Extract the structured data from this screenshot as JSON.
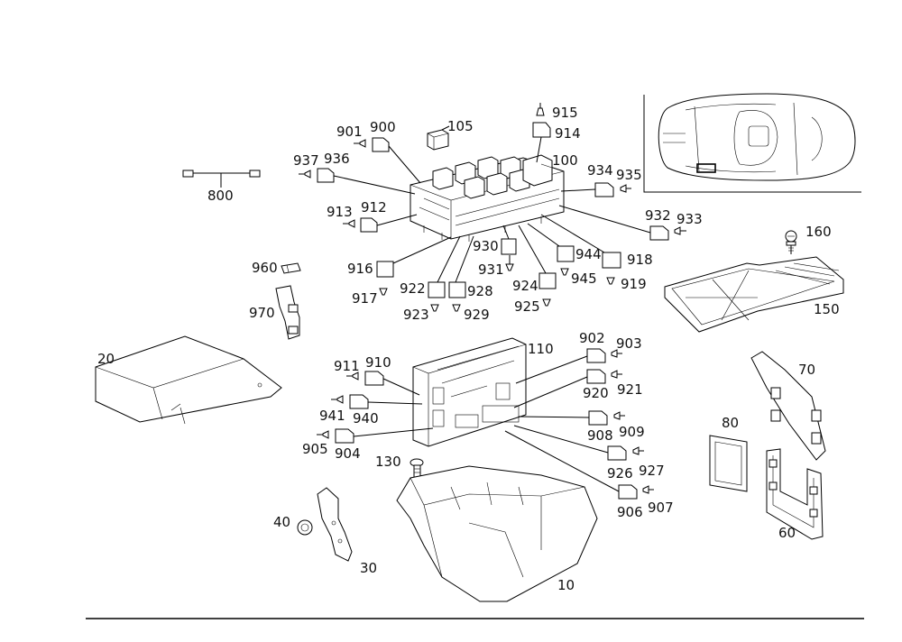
{
  "diagram": {
    "callouts": {
      "c800": "800",
      "c105": "105",
      "c901": "901",
      "c900": "900",
      "c915": "915",
      "c914": "914",
      "c937": "937",
      "c936": "936",
      "c100": "100",
      "c934": "934",
      "c935": "935",
      "c913": "913",
      "c912": "912",
      "c932": "932",
      "c933": "933",
      "c160": "160",
      "c930": "930",
      "c944": "944",
      "c918": "918",
      "c960": "960",
      "c916": "916",
      "c931": "931",
      "c945": "945",
      "c917": "917",
      "c922": "922",
      "c928": "928",
      "c924": "924",
      "c919": "919",
      "c150": "150",
      "c970": "970",
      "c923": "923",
      "c929": "929",
      "c925": "925",
      "c110": "110",
      "c902": "902",
      "c903": "903",
      "c20": "20",
      "c911": "911",
      "c910": "910",
      "c70": "70",
      "c920": "920",
      "c921": "921",
      "c941": "941",
      "c940": "940",
      "c80": "80",
      "c908": "908",
      "c909": "909",
      "c905": "905",
      "c904": "904",
      "c130": "130",
      "c926": "926",
      "c927": "927",
      "c906": "906",
      "c907": "907",
      "c40": "40",
      "c60": "60",
      "c30": "30",
      "c10": "10"
    }
  }
}
